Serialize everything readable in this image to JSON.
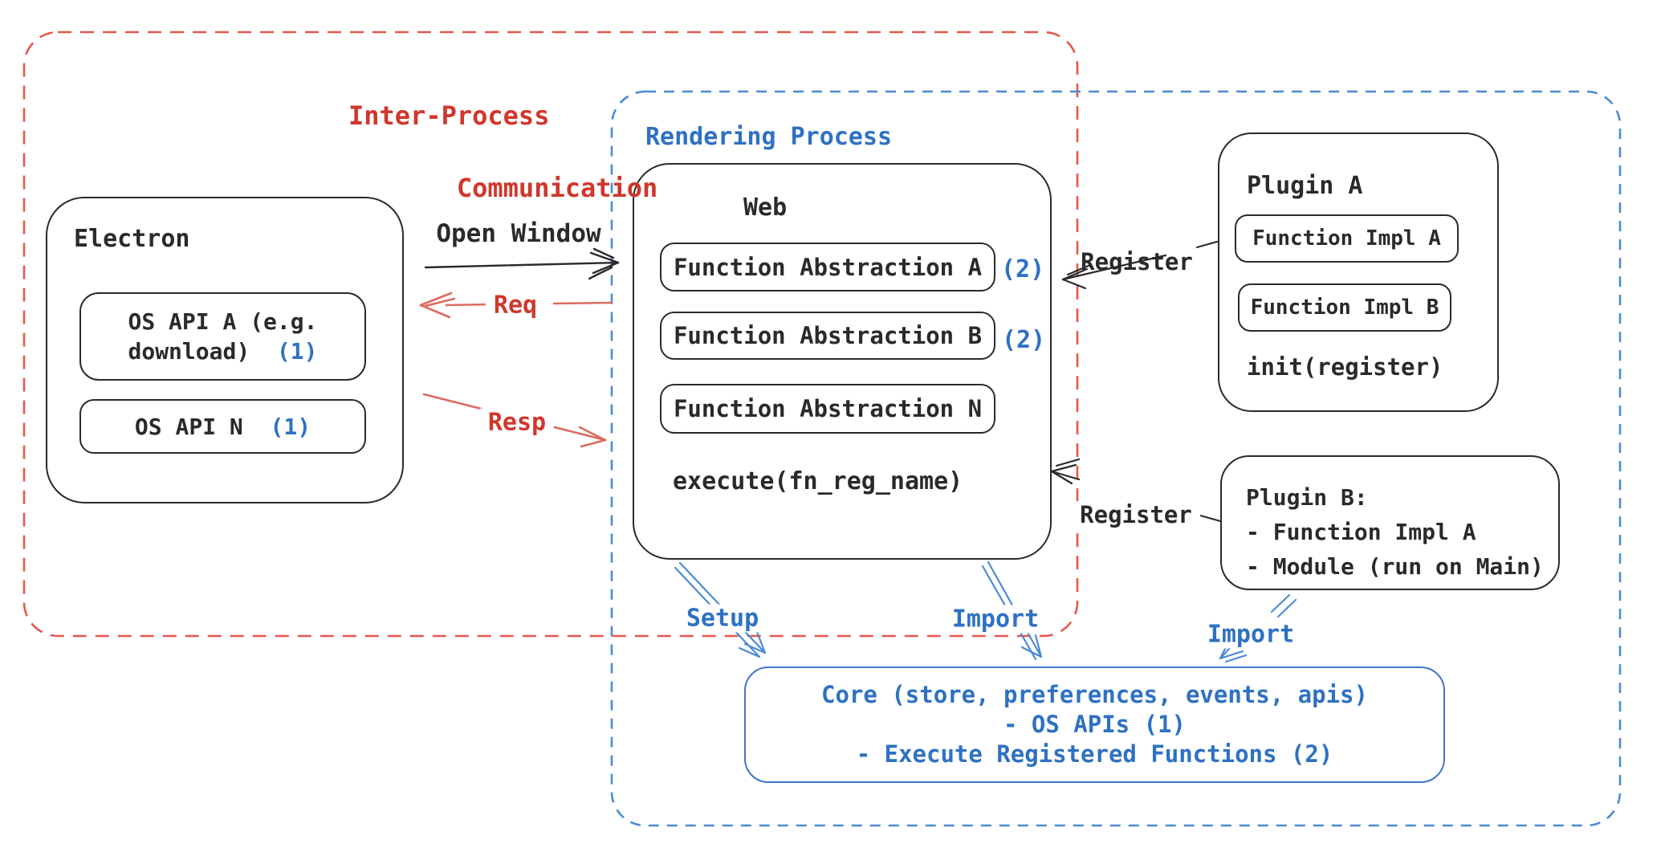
{
  "diagram": {
    "ipc": {
      "label_line1": "Inter-Process",
      "label_line2": "Communication"
    },
    "rendering": {
      "label": "Rendering Process"
    },
    "electron": {
      "title": "Electron",
      "api_a_line1": "OS API A (e.g.",
      "api_a_line2": "download)",
      "api_a_ref": "(1)",
      "api_n_label": "OS API N",
      "api_n_ref": "(1)"
    },
    "web": {
      "title": "Web",
      "fa_a": "Function Abstraction A",
      "fa_a_ref": "(2)",
      "fa_b": "Function Abstraction B",
      "fa_b_ref": "(2)",
      "fa_n": "Function Abstraction N",
      "execute": "execute(fn_reg_name)"
    },
    "plugin_a": {
      "title": "Plugin A",
      "impl_a": "Function Impl A",
      "impl_b": "Function Impl B",
      "init": "init(register)"
    },
    "plugin_b": {
      "line1": "Plugin B:",
      "line2": "- Function Impl A",
      "line3": "- Module (run on Main)"
    },
    "core": {
      "line1": "Core (store, preferences, events, apis)",
      "line2": "- OS APIs (1)",
      "line3": "- Execute Registered Functions (2)"
    },
    "arrows": {
      "open_window": "Open Window",
      "req": "Req",
      "resp": "Resp",
      "register_a": "Register",
      "register_b": "Register",
      "setup": "Setup",
      "import_web": "Import",
      "import_plugin": "Import"
    },
    "colors": {
      "red_text": "#cf372c",
      "red_border": "#e4584b",
      "red_arrow": "#dd6a5e",
      "blue_text": "#2e71c2",
      "blue_border": "#4b8bd4",
      "ink": "#2a2a2a"
    }
  }
}
